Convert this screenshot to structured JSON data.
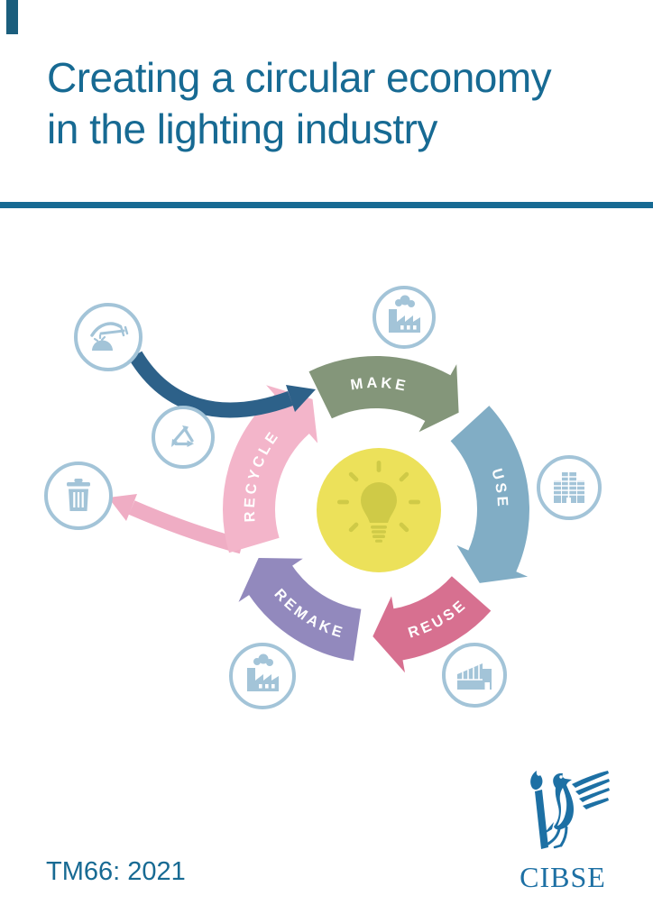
{
  "page": {
    "title_line1": "Creating a circular economy",
    "title_line2": "in the lighting industry",
    "doc_ref": "TM66: 2021",
    "accent_color": "#176a93",
    "tab_color": "#1b5e7d"
  },
  "diagram": {
    "type": "cycle",
    "description": "Circular economy lifecycle for lighting products",
    "stages": [
      {
        "label": "MAKE",
        "color": "#84967a",
        "icon": "factory-icon"
      },
      {
        "label": "USE",
        "color": "#81adc5",
        "icon": "office-building-icon"
      },
      {
        "label": "REUSE",
        "color": "#d77090",
        "icon": "warehouse-icon"
      },
      {
        "label": "REMAKE",
        "color": "#9289bd",
        "icon": "remake-factory-icon"
      },
      {
        "label": "RECYCLE",
        "color": "#f3b5ca",
        "icon": "recycle-symbol-icon"
      }
    ],
    "label_color": "#ffffff",
    "icon_color": "#a3c4d8",
    "center": {
      "icon": "lightbulb-icon",
      "circle_color": "#ece15a",
      "icon_color": "#cfca47"
    },
    "input": {
      "icon": "mining-pick-icon",
      "arrow_color": "#2d6189"
    },
    "waste": {
      "icon": "trash-bin-icon",
      "arrow_color": "#efadc4"
    }
  },
  "logo": {
    "wordmark": "CIBSE",
    "color": "#1d70a4"
  }
}
